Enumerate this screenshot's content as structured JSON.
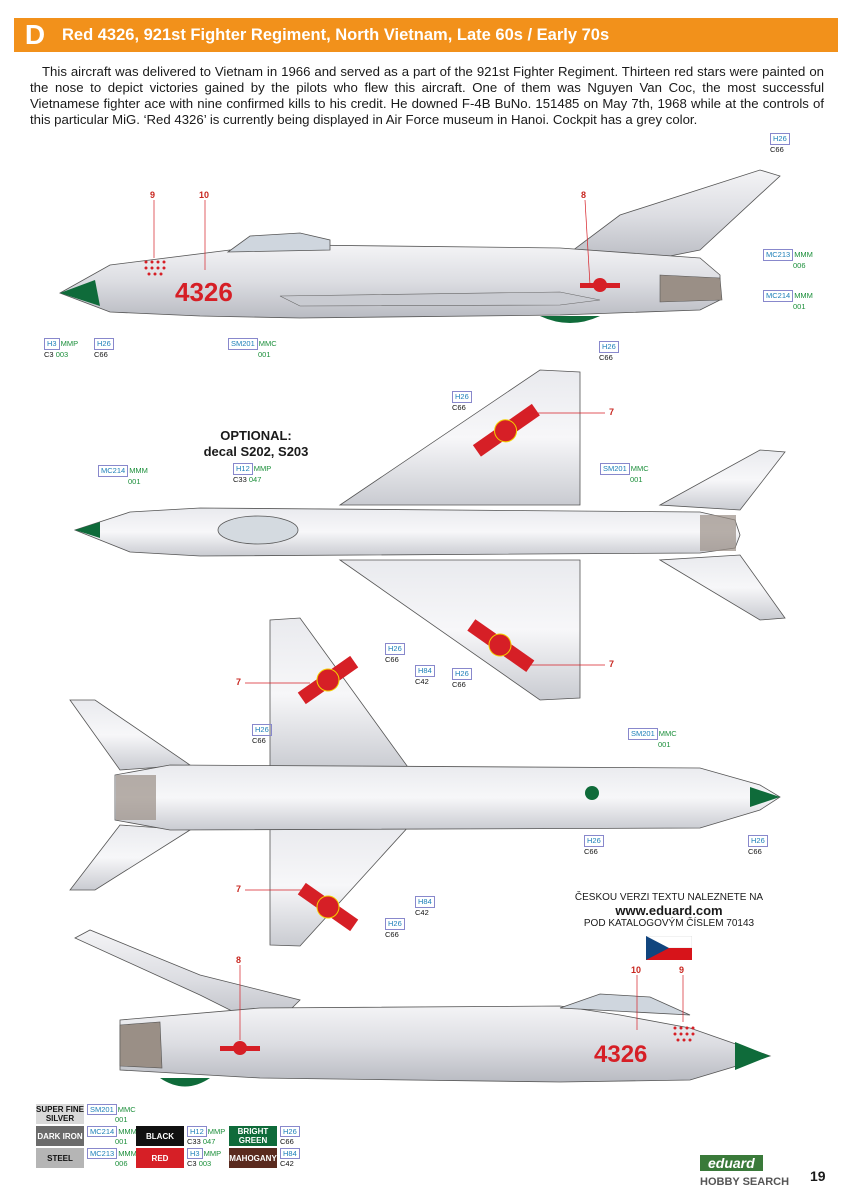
{
  "header": {
    "letter": "D",
    "title": "Red 4326, 921st Fighter Regiment, North Vietnam, Late 60s / Early 70s",
    "color": "#f2911b"
  },
  "description": "This aircraft was delivered to Vietnam in 1966 and served as a part of the 921st Fighter Regiment. Thirteen red stars were painted on the nose to depict victories gained by the pilots who flew this aircraft. One of them was Nguyen Van Coc, the most successful Vietnamese fighter ace with nine confirmed kills to his credit. He downed F-4B BuNo. 151485 on May 7th, 1968 while at the controls of this particular MiG. ‘Red 4326’ is currently being displayed in Air Force museum in Hanoi. Cockpit has a grey color.",
  "aircraft_code": "4326",
  "optional": {
    "line1": "OPTIONAL:",
    "line2": "decal S202, S203"
  },
  "czech": {
    "line1": "ČESKOU VERZI TEXTU NALEZNETE NA",
    "url": "www.eduard.com",
    "line3": "POD KATALOGOVÝM ČÍSLEM 70143"
  },
  "callouts": {
    "side1_tail": [
      "H26",
      "C66"
    ],
    "side1_mc213": [
      "MC213",
      "MMM",
      "006"
    ],
    "side1_mc214": [
      "MC214",
      "MMM",
      "001"
    ],
    "side1_nose": [
      "H3",
      "MMP",
      "C3",
      "003"
    ],
    "side1_h26": [
      "H26",
      "C66"
    ],
    "side1_sm201": [
      "SM201",
      "MMC",
      "001"
    ],
    "side1_belly": [
      "H26",
      "C66"
    ],
    "top_h26": [
      "H26",
      "C66"
    ],
    "top_mc214": [
      "MC214",
      "MMM",
      "001"
    ],
    "top_h12": [
      "H12",
      "MMP",
      "C33",
      "047"
    ],
    "top_sm201": [
      "SM201",
      "MMC",
      "001"
    ],
    "top_h26b": [
      "H26",
      "C66"
    ],
    "bot_h26a": [
      "H26",
      "C66"
    ],
    "bot_h84a": [
      "H84",
      "C42"
    ],
    "bot_h26b": [
      "H26",
      "C66"
    ],
    "bot_sm201": [
      "SM201",
      "MMC",
      "001"
    ],
    "bot_h26c": [
      "H26",
      "C66"
    ],
    "bot_h26d": [
      "H26",
      "C66"
    ],
    "bot_h84b": [
      "H84",
      "C42"
    ],
    "bot_h26e": [
      "H26",
      "C66"
    ]
  },
  "markers": {
    "n9a": "9",
    "n10a": "10",
    "n8a": "8",
    "n7a": "7",
    "n7b": "7",
    "n7c": "7",
    "n7d": "7",
    "n8b": "8",
    "n10b": "10",
    "n9b": "9"
  },
  "legend": [
    {
      "name": "SUPER FINE SILVER",
      "codes": [
        "SM201",
        "MMC",
        "001"
      ],
      "bg": "#d9d9d9",
      "fg": "#111"
    },
    {
      "name": "DARK IRON",
      "codes": [
        "MC214",
        "MMM",
        "001"
      ],
      "bg": "#6b6b6b",
      "fg": "#fff"
    },
    {
      "name": "STEEL",
      "codes": [
        "MC213",
        "MMM",
        "006"
      ],
      "bg": "#b5b5b5",
      "fg": "#111"
    },
    {
      "name": "BLACK",
      "codes": [
        "H12",
        "MMP",
        "C33",
        "047"
      ],
      "bg": "#111",
      "fg": "#fff"
    },
    {
      "name": "RED",
      "codes": [
        "H3",
        "MMP",
        "C3",
        "003"
      ],
      "bg": "#d61f26",
      "fg": "#fff"
    },
    {
      "name": "BRIGHT GREEN",
      "codes": [
        "H26",
        "C66"
      ],
      "bg": "#0f6b3a",
      "fg": "#fff"
    },
    {
      "name": "MAHOGANY",
      "codes": [
        "H84",
        "C42"
      ],
      "bg": "#5a2a1e",
      "fg": "#fff"
    }
  ],
  "footer": {
    "brand": "eduard",
    "page": "19",
    "watermark": "HOBBY SEARCH"
  }
}
